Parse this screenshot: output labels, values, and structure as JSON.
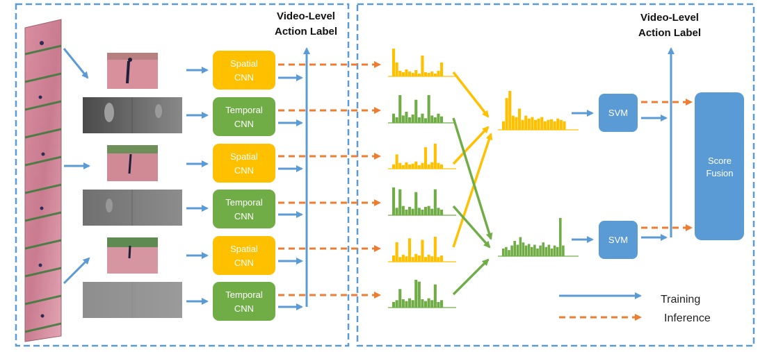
{
  "left_panel": {
    "label_line1": "Video-Level",
    "label_line2": "Action Label"
  },
  "right_panel": {
    "label_line1": "Video-Level",
    "label_line2": "Action Label"
  },
  "streams": [
    {
      "type": "spatial",
      "line1": "Spatial",
      "line2": "CNN"
    },
    {
      "type": "temporal",
      "line1": "Temporal",
      "line2": "CNN"
    },
    {
      "type": "spatial",
      "line1": "Spatial",
      "line2": "CNN"
    },
    {
      "type": "temporal",
      "line1": "Temporal",
      "line2": "CNN"
    },
    {
      "type": "spatial",
      "line1": "Spatial",
      "line2": "CNN"
    },
    {
      "type": "temporal",
      "line1": "Temporal",
      "line2": "CNN"
    }
  ],
  "svm": {
    "label": "SVM"
  },
  "score_fusion": {
    "line1": "Score",
    "line2": "Fusion"
  },
  "legend": {
    "training": "Training",
    "inference": "Inference"
  },
  "colors": {
    "spatial": "#FFC000",
    "temporal": "#70AD47",
    "blue": "#5B9BD5",
    "orange": "#ED7D31",
    "panel_border": "#5B9BD5"
  }
}
